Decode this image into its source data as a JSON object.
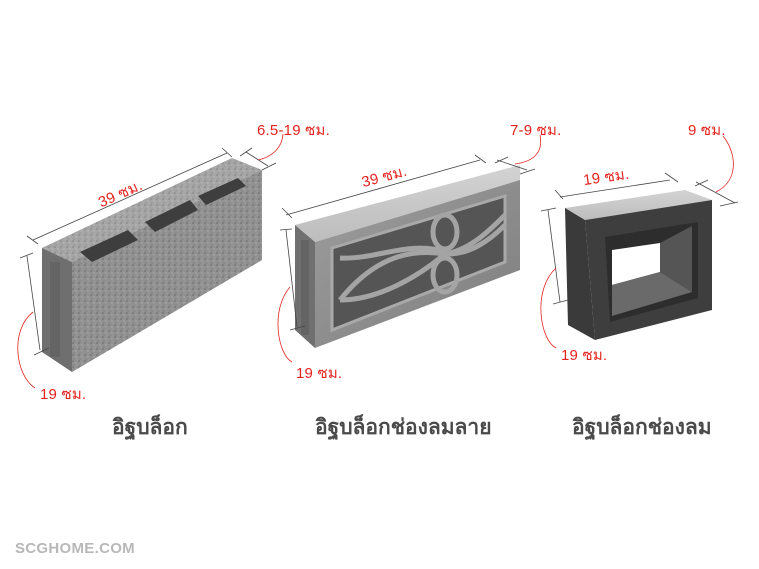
{
  "products": [
    {
      "id": "hollow-block",
      "name": "อิฐบล็อก",
      "dimensions": {
        "length": "39 ซม.",
        "width": "6.5-19  ซม.",
        "height": "19 ซม."
      }
    },
    {
      "id": "patterned-vent-block",
      "name": "อิฐบล็อกช่องลมลาย",
      "dimensions": {
        "length": "39 ซม.",
        "width": "7-9 ซม.",
        "height": "19 ซม."
      }
    },
    {
      "id": "vent-block",
      "name": "อิฐบล็อกช่องลม",
      "dimensions": {
        "length": "19  ซม.",
        "width": "9 ซม.",
        "height": "19 ซม."
      }
    }
  ],
  "colors": {
    "dimension_text": "#e4231f",
    "caption_text": "#4a4a4a",
    "watermark": "#b8b8b8"
  },
  "watermark": "SCGHOME.COM"
}
